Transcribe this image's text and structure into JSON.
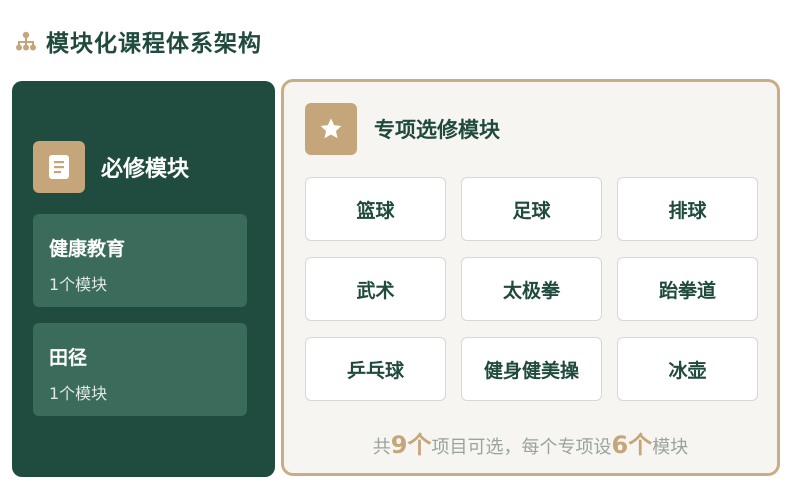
{
  "header": {
    "title": "模块化课程体系架构",
    "icon": "org-chart-icon"
  },
  "required": {
    "title": "必修模块",
    "icon": "document-icon",
    "modules": [
      {
        "name": "健康教育",
        "count": "1个模块"
      },
      {
        "name": "田径",
        "count": "1个模块"
      }
    ]
  },
  "elective": {
    "title": "专项选修模块",
    "icon": "star-icon",
    "sports": [
      "篮球",
      "足球",
      "排球",
      "武术",
      "太极拳",
      "跆拳道",
      "乒乓球",
      "健身健美操",
      "冰壶"
    ],
    "summary": {
      "prefix": "共",
      "total": "9个",
      "middle": "项目可选，每个专项设",
      "per": "6个",
      "suffix": "模块"
    }
  },
  "colors": {
    "primary_green": "#1f4c3e",
    "card_green": "#3b6b5b",
    "gold": "#c4a67a",
    "panel_bg": "#f7f5f1"
  }
}
